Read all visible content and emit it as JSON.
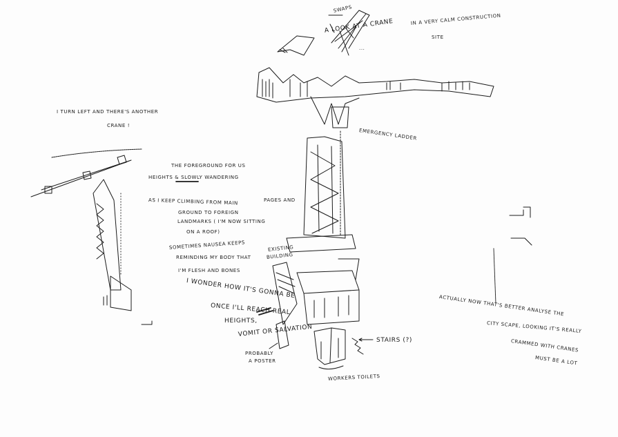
{
  "colors": {
    "paper": "#fdfdfd",
    "ink": "#1a1a1a"
  },
  "notes": {
    "top_swaps": "SWAPS",
    "top_look": "A LOOK AT A CRANE",
    "top_calm": "IN A VERY CALM CONSTRUCTION",
    "top_site": "SITE",
    "top_small": "...",
    "left_turn": "I TURN LEFT AND THERE'S ANOTHER",
    "left_crane": "CRANE !",
    "fg_1": "THE FOREGROUND FOR US",
    "fg_2": "HEIGHTS & SLOWLY WANDERING",
    "climb_1": "AS I KEEP CLIMBING FROM MAIN",
    "climb_1b": "PAGES AND",
    "climb_2": "GROUND TO FOREIGN",
    "climb_3": "LANDMARKS ( I'M NOW SITTING",
    "climb_4": "ON A ROOF)",
    "nausea_1": "SOMETIMES NAUSEA KEEPS",
    "nausea_2": "REMINDING MY BODY THAT",
    "flesh": "I'M FLESH AND BONES",
    "wonder": "I WONDER HOW IT'S GONNA BE",
    "reach": "ONCE I'LL REACH REAL",
    "heights": "HEIGHTS,",
    "vomit": "VOMIT OR SALVATION",
    "existing_1": "EXISTING",
    "existing_2": "BUILDING",
    "probably_1": "PROBABLY",
    "probably_2": "A POSTER",
    "ladder": "EMERGENCY LADDER",
    "stairs": "STAIRS (?)",
    "toilets": "WORKERS TOILETS",
    "right_1": "ACTUALLY NOW THAT'S BETTER ANALYSE THE",
    "right_2": "CITY SCAPE, LOOKING IT'S REALLY",
    "right_3": "CRAMMED WITH CRANES",
    "right_4": "MUST BE A LOT"
  }
}
